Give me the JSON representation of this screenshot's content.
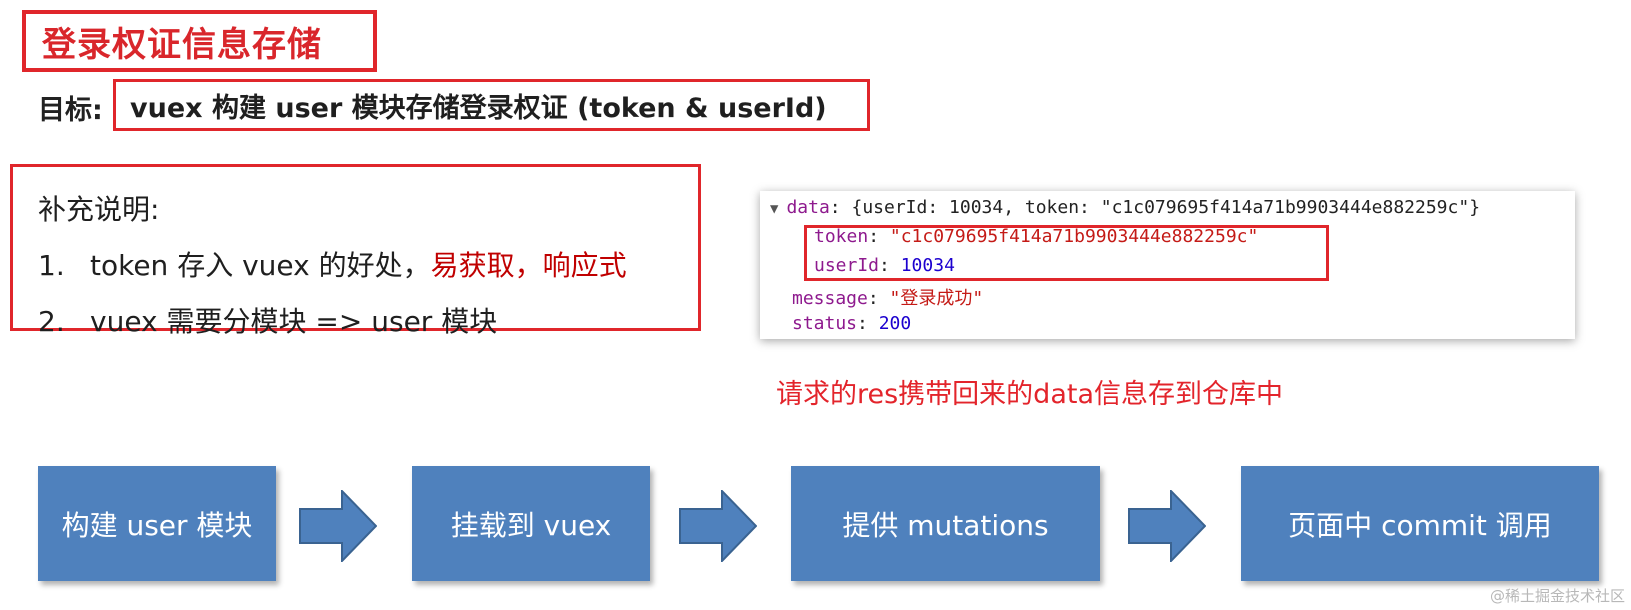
{
  "title": "登录权证信息存储",
  "goal": {
    "label": "目标:",
    "text": "vuex 构建 user 模块存储登录权证 (token & userId)"
  },
  "notes": {
    "heading": "补充说明:",
    "items": [
      {
        "num": "1.",
        "text": "token 存入 vuex 的好处，",
        "highlight": "易获取，响应式"
      },
      {
        "num": "2.",
        "text": "vuex 需要分模块 => user 模块",
        "highlight": ""
      }
    ]
  },
  "console": {
    "line0": {
      "key": "data",
      "summary": "{userId: 10034, token: \"c1c079695f414a71b9903444e882259c\"}"
    },
    "token": {
      "key": "token",
      "value": "\"c1c079695f414a71b9903444e882259c\""
    },
    "userId": {
      "key": "userId",
      "value": "10034"
    },
    "message": {
      "key": "message",
      "value": "\"登录成功\""
    },
    "status": {
      "key": "status",
      "value": "200"
    },
    "colon": ": "
  },
  "caption": "请求的res携带回来的data信息存到仓库中",
  "steps": [
    {
      "label": "构建 user 模块"
    },
    {
      "label": "挂载到 vuex"
    },
    {
      "label": "提供 mutations"
    },
    {
      "label": "页面中 commit 调用"
    }
  ],
  "watermark": "@稀土掘金技术社区",
  "colors": {
    "accent_red": "#e0262b",
    "step_blue": "#4f81bd",
    "arrow_fill": "#4f81bd",
    "arrow_stroke": "#3a6391"
  }
}
